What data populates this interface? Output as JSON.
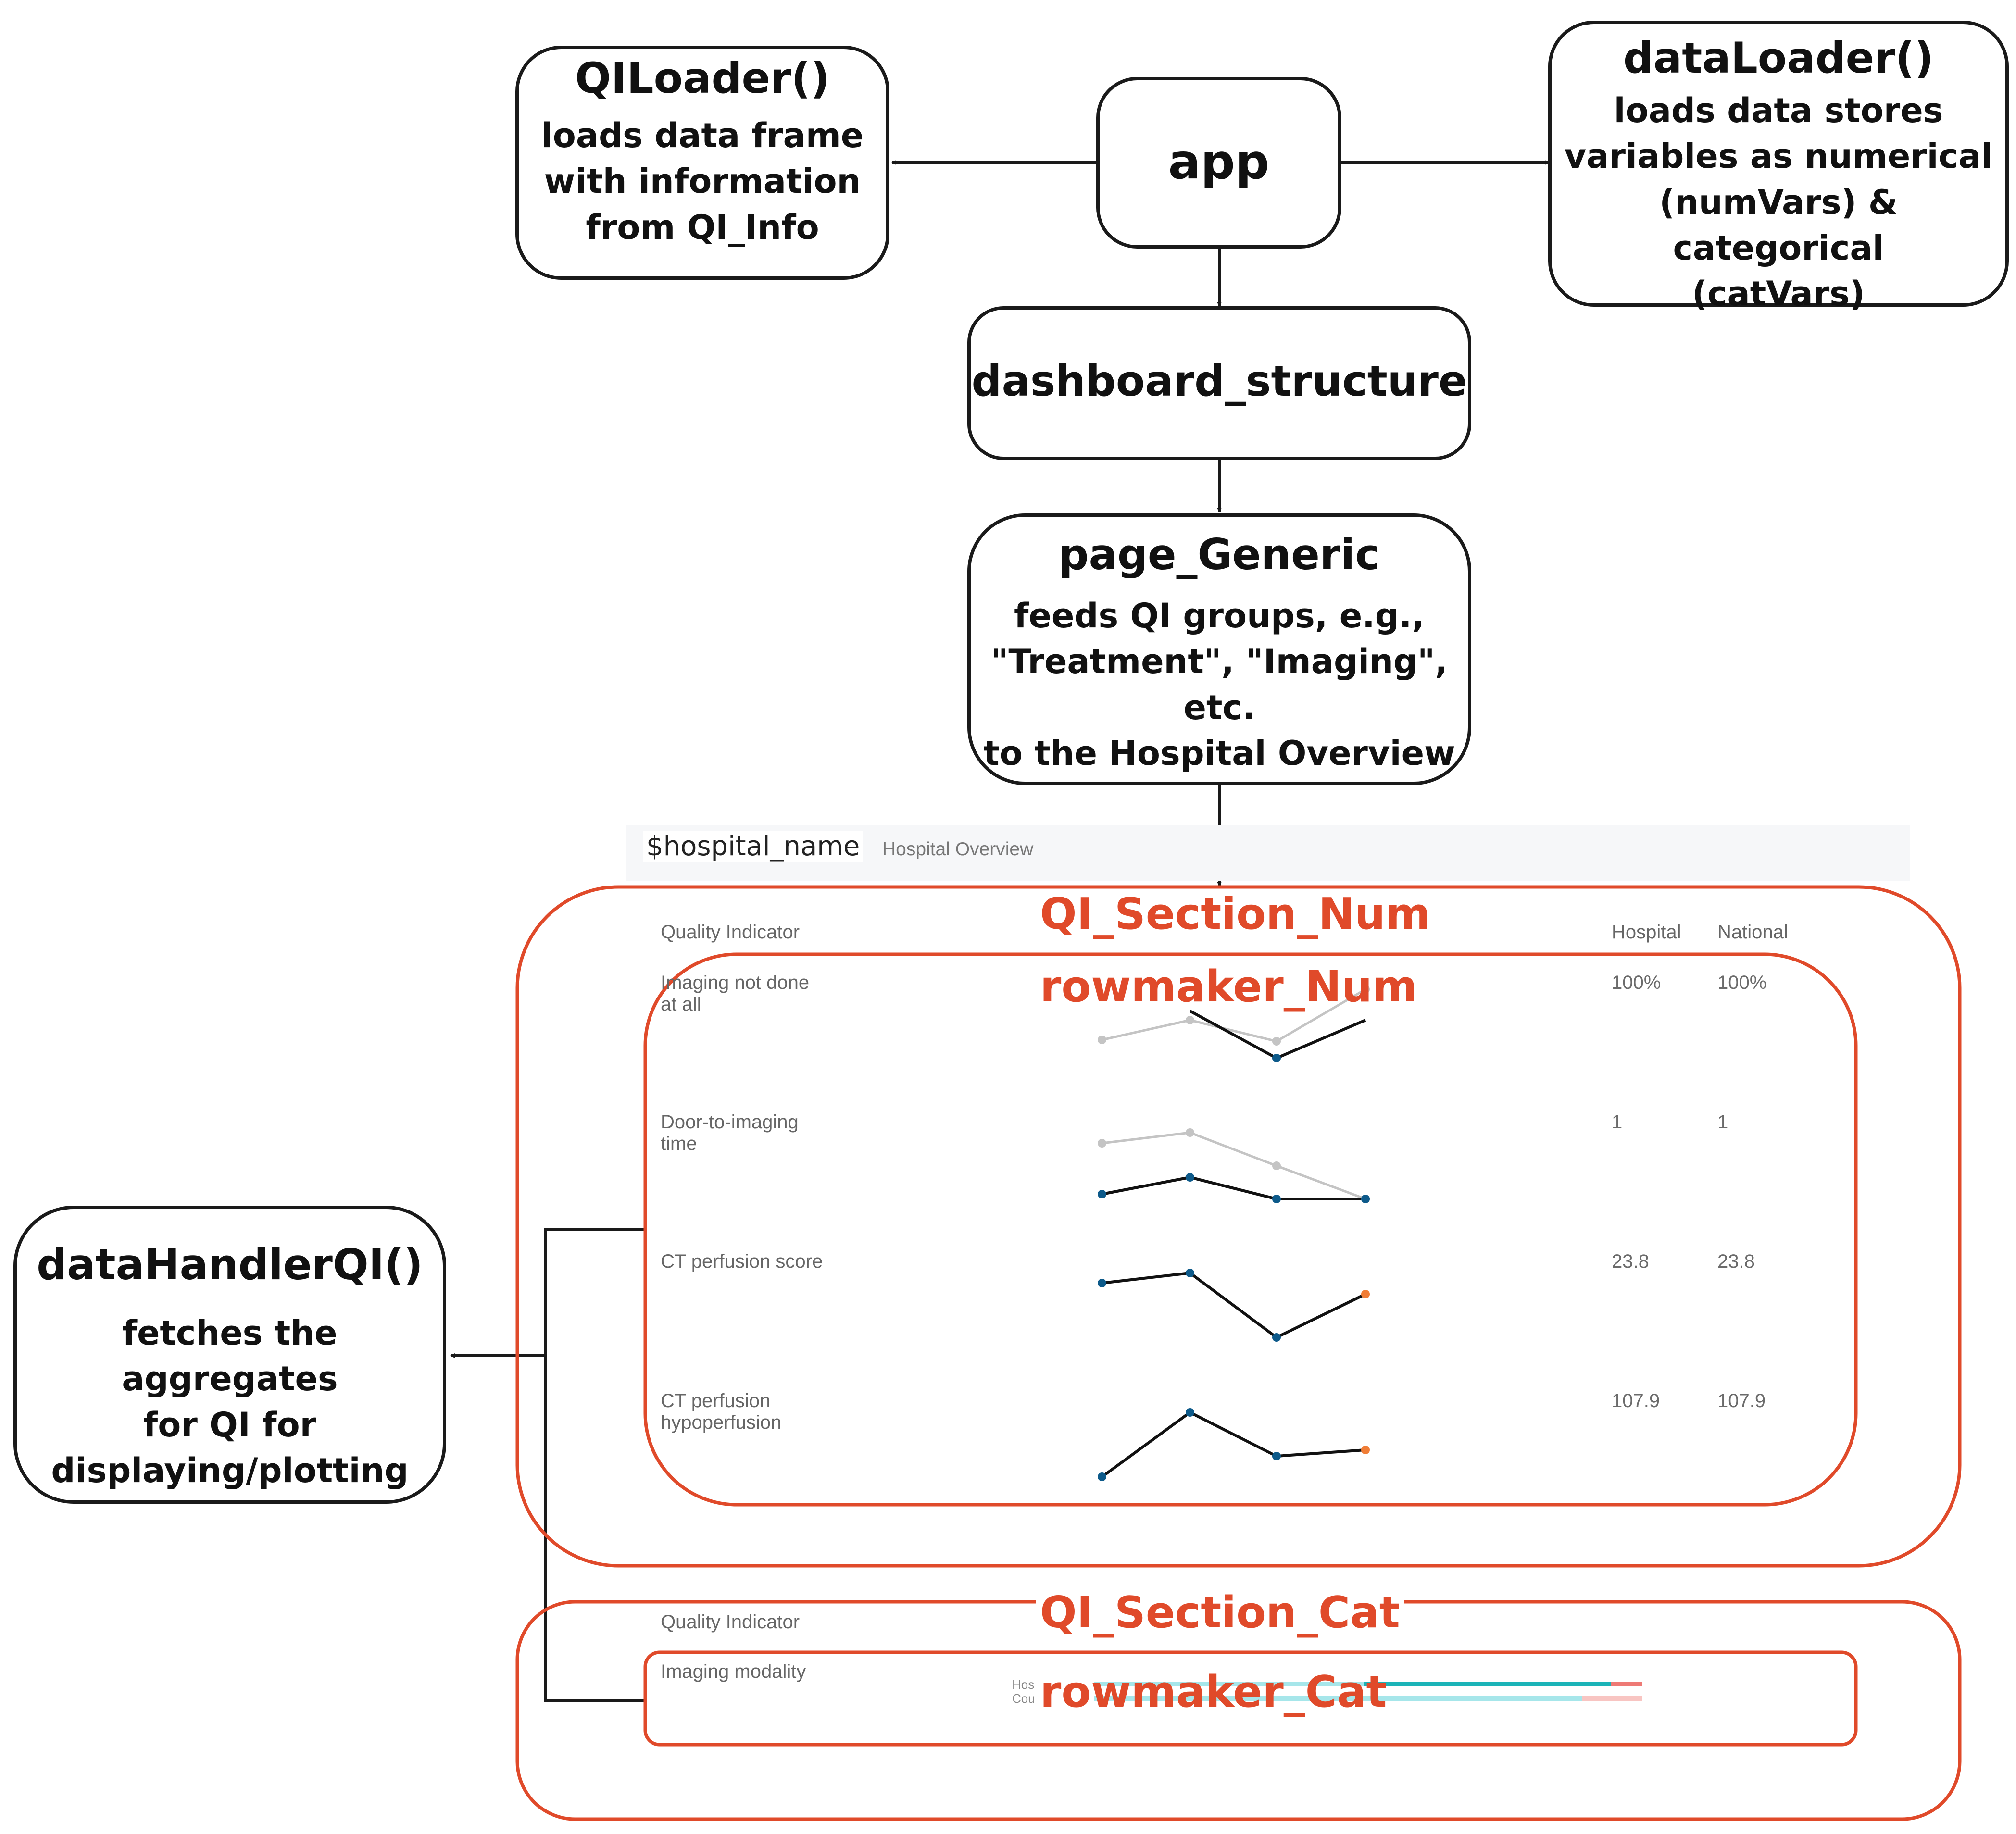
{
  "boxes": {
    "qiloader": {
      "title": "QILoader()",
      "desc": [
        "loads data frame",
        "with information",
        "from QI_Info"
      ]
    },
    "app": {
      "title": "app"
    },
    "dataloader": {
      "title": "dataLoader()",
      "desc": [
        "loads data stores",
        "variables as numerical",
        "(numVars) & categorical",
        "(catVars)"
      ]
    },
    "dashboard": {
      "title": "dashboard_structure"
    },
    "page_generic": {
      "title": "page_Generic",
      "desc": [
        "feeds QI groups, e.g.,",
        "\"Treatment\", \"Imaging\", etc.",
        "to the Hospital Overview"
      ]
    },
    "datahandler": {
      "title": "dataHandlerQI()",
      "desc": [
        "fetches the aggregates",
        "for QI for",
        "displaying/plotting"
      ]
    }
  },
  "sections": {
    "num_section": "QI_Section_Num",
    "num_row": "rowmaker_Num",
    "cat_section": "QI_Section_Cat",
    "cat_row": "rowmaker_Cat"
  },
  "dashboard_ui": {
    "hospital_name": "$hospital_name",
    "page_title": "Hospital Overview",
    "num_headers": {
      "qi": "Quality Indicator",
      "hospital": "Hospital",
      "national": "National"
    },
    "num_rows": [
      {
        "label": [
          "Imaging not done",
          "at all"
        ],
        "hospital": "100%",
        "national": "100%"
      },
      {
        "label": [
          "Door-to-imaging",
          "time"
        ],
        "hospital": "1",
        "national": "1"
      },
      {
        "label": [
          "CT perfusion score"
        ],
        "hospital": "23.8",
        "national": "23.8"
      },
      {
        "label": [
          "CT perfusion",
          "hypoperfusion"
        ],
        "hospital": "107.9",
        "national": "107.9"
      }
    ],
    "cat_header": "Quality Indicator",
    "cat_row_label": "Imaging modality",
    "cat_legend": [
      "Hos",
      "Cou"
    ]
  },
  "colors": {
    "box_border": "#1a1a1a",
    "section_accent": "#e04a2a",
    "series_hospital": "#111111",
    "series_national": "#c4c4c4",
    "point_dark": "#0d5a8a",
    "point_highlight": "#f07d36",
    "bar_teal": "#1bb4b8",
    "bar_teal_light": "#a6e6ea",
    "bar_salmon": "#ee7a75",
    "bar_salmon_light": "#f8c5c2"
  }
}
